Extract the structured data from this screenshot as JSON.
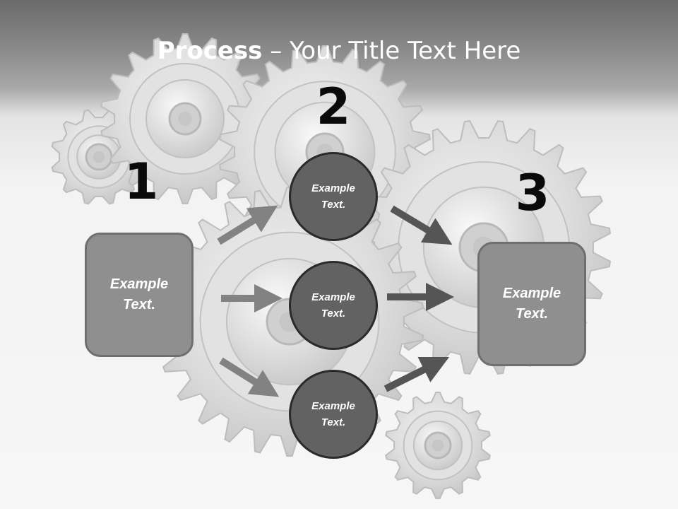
{
  "title": {
    "bold": "Process",
    "rest": " – Your Title Text Here"
  },
  "steps": [
    {
      "number": "1",
      "text": "Example\nText."
    },
    {
      "number": "2",
      "circles": [
        "Example\nText.",
        "Example\nText.",
        "Example\nText."
      ]
    },
    {
      "number": "3",
      "text": "Example\nText."
    }
  ],
  "colors": {
    "box_fill": "#8f8f8f",
    "circle_fill": "#626262",
    "arrow_light": "#808080",
    "arrow_dark": "#555555"
  }
}
